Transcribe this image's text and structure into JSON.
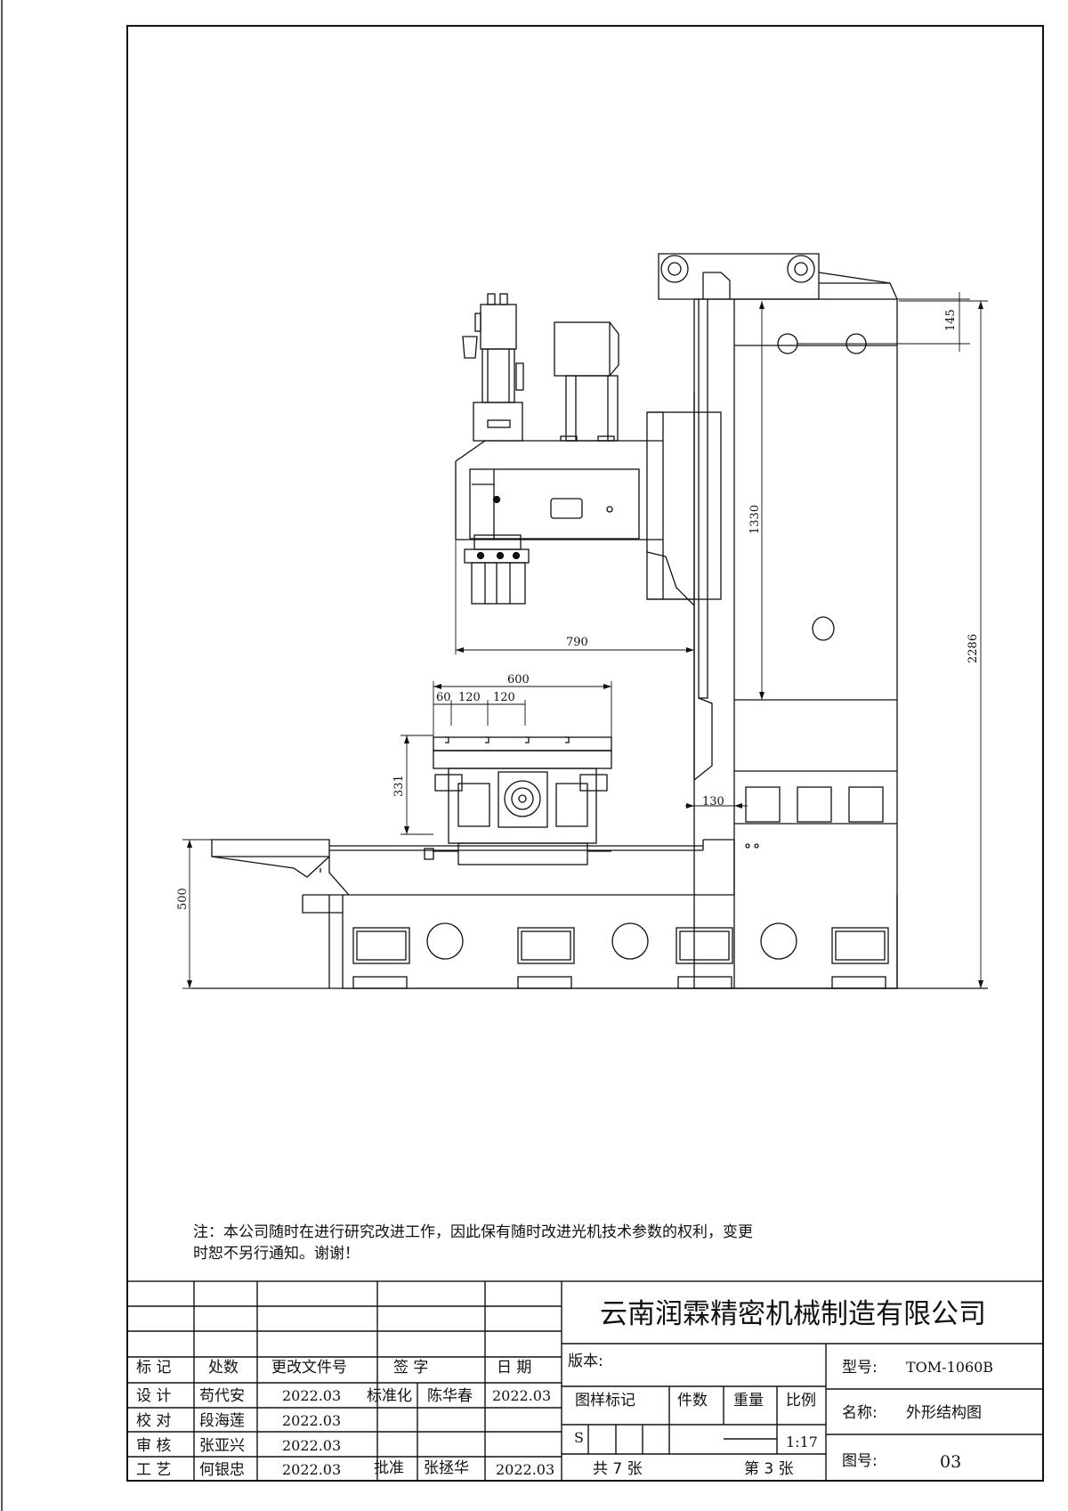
{
  "drawing": {
    "dimensions": {
      "d145": "145",
      "d1330": "1330",
      "d2286": "2286",
      "d790": "790",
      "d600": "600",
      "d60": "60",
      "d120a": "120",
      "d120b": "120",
      "d331": "331",
      "d130": "130",
      "d500": "500"
    }
  },
  "note": {
    "line1": "注：本公司随时在进行研究改进工作，因此保有随时改进光机技术参数的权利，变更",
    "line2": "时恕不另行通知。谢谢！"
  },
  "title_block": {
    "company": "云南润霖精密机械制造有限公司",
    "headers": {
      "mark": "标 记",
      "count": "处数",
      "change_doc": "更改文件号",
      "signature": "签 字",
      "date": "日 期"
    },
    "rows": [
      {
        "role": "设 计",
        "name": "苟代安",
        "date": "2022.03"
      },
      {
        "role": "校 对",
        "name": "段海莲",
        "date": "2022.03"
      },
      {
        "role": "审 核",
        "name": "张亚兴",
        "date": "2022.03"
      },
      {
        "role": "工 艺",
        "name": "何银忠",
        "date": "2022.03"
      }
    ],
    "standardization": {
      "label": "标准化",
      "name": "陈华春",
      "date": "2022.03"
    },
    "approval": {
      "label": "批准",
      "name": "张拯华",
      "date": "2022.03"
    },
    "version_label": "版本:",
    "pattern_mark_label": "图样标记",
    "pieces_label": "件数",
    "weight_label": "重量",
    "scale_label": "比例",
    "pattern_mark_value": "S",
    "scale_value": "1:17",
    "total_sheets": "共 7 张",
    "sheet_number": "第 3 张",
    "model_label": "型号:",
    "model_value": "TOM-1060B",
    "name_label": "名称:",
    "name_value": "外形结构图",
    "drawing_no_label": "图号:",
    "drawing_no_value": "03"
  }
}
